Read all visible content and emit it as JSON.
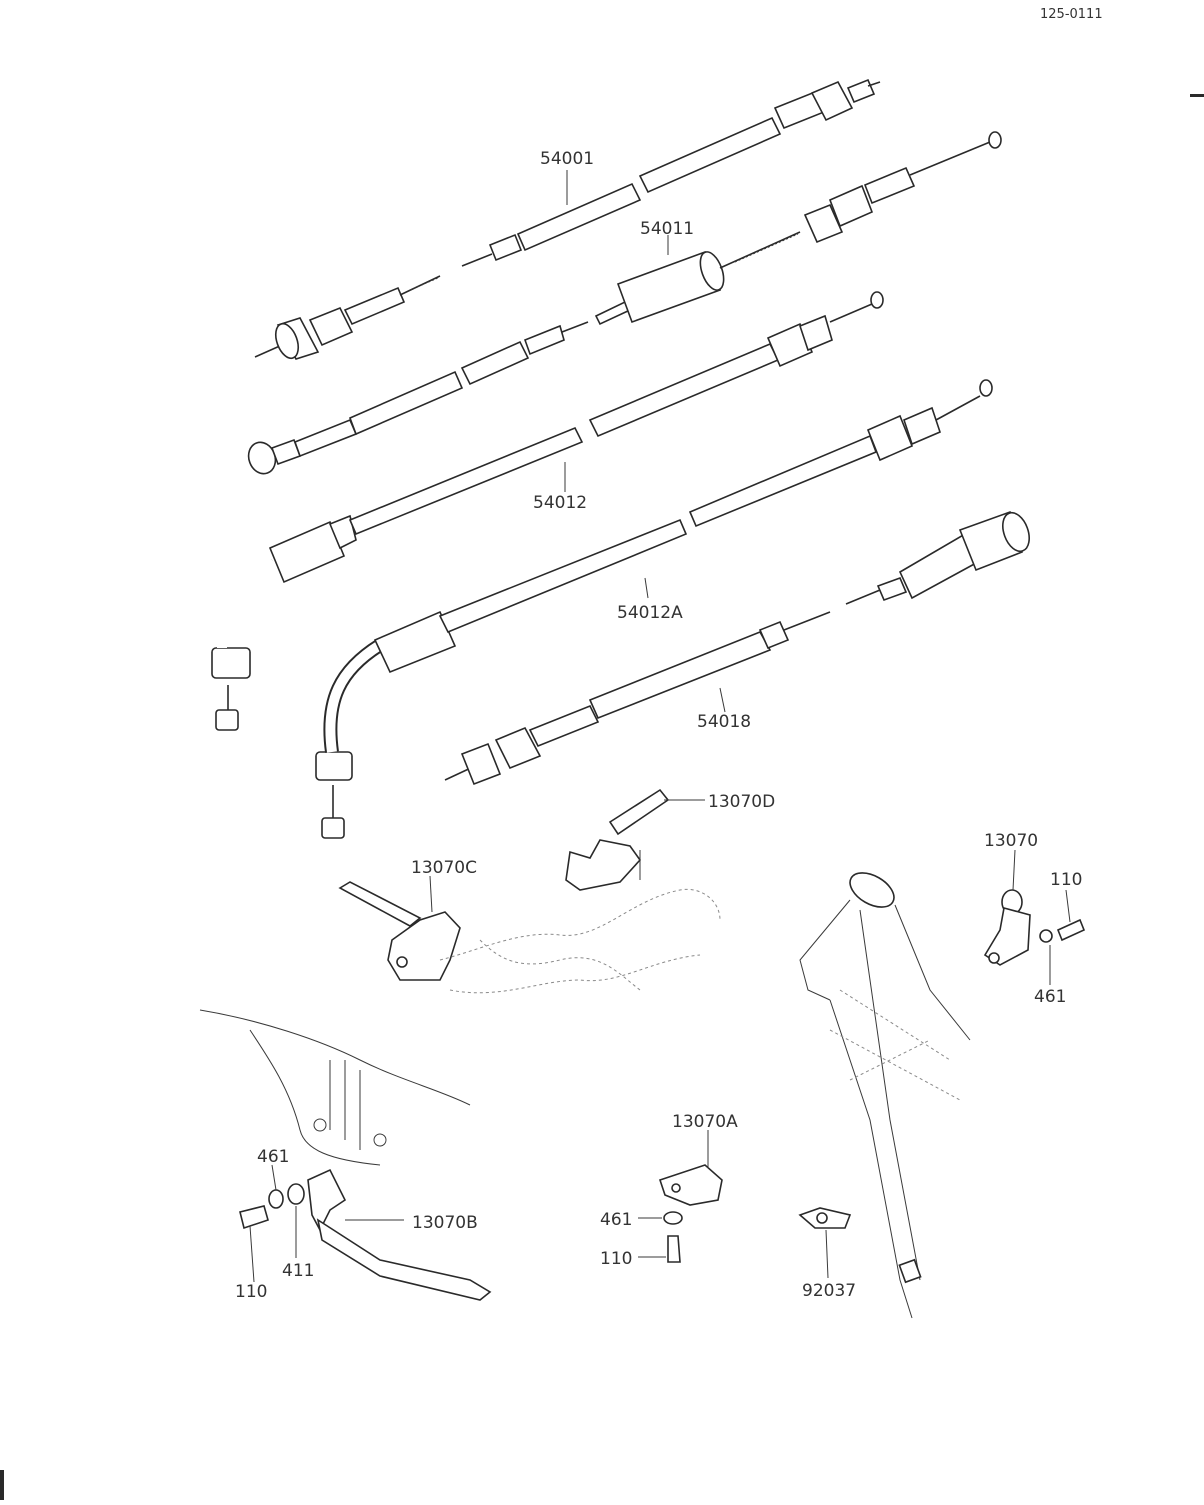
{
  "page_code": "125-0111",
  "labels": {
    "p54001": "54001",
    "p54011": "54011",
    "p54012": "54012",
    "p54012A": "54012A",
    "p54018": "54018",
    "p13070D": "13070D",
    "p13070C": "13070C",
    "p13070": "13070",
    "p110_right": "110",
    "p461_right": "461",
    "p13070A": "13070A",
    "p461_center": "461",
    "p110_center": "110",
    "p92037": "92037",
    "p461_left": "461",
    "p411_left": "411",
    "p110_left": "110",
    "p13070B": "13070B"
  }
}
